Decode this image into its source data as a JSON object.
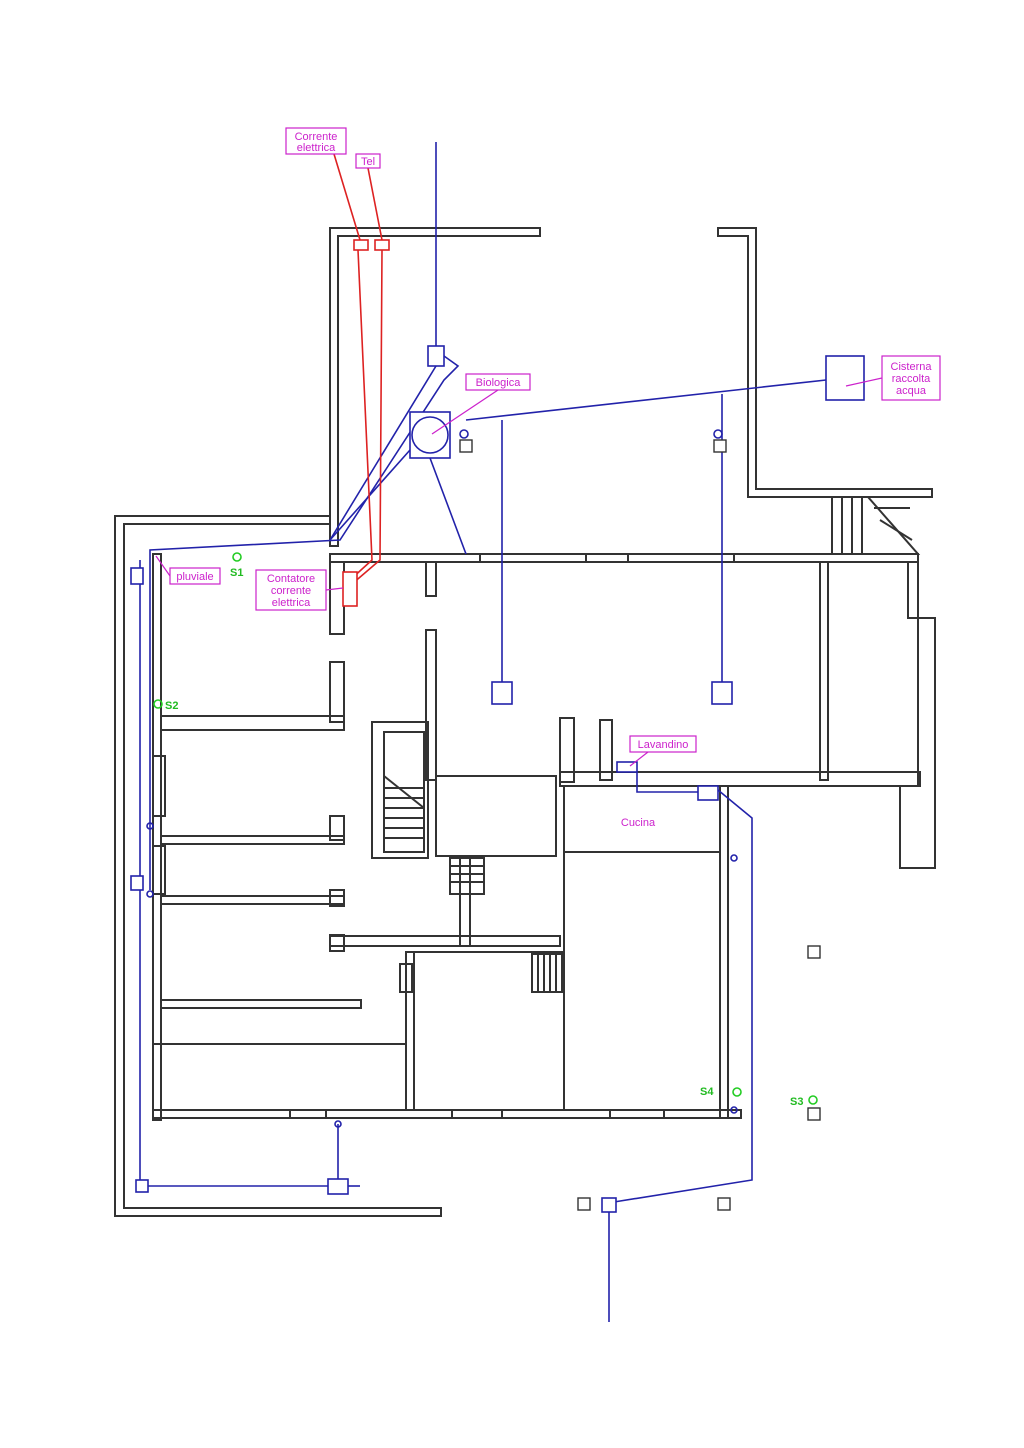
{
  "labels": {
    "corrente_elettrica": [
      "Corrente",
      "elettrica"
    ],
    "tel": "Tel",
    "biologica": "Biologica",
    "cisterna": [
      "Cisterna",
      "raccolta",
      "acqua"
    ],
    "pluviale": "pluviale",
    "contatore": [
      "Contatore",
      "corrente",
      "elettrica"
    ],
    "lavandino": "Lavandino",
    "cucina": "Cucina"
  },
  "sensors": {
    "s1": "S1",
    "s2": "S2",
    "s3": "S3",
    "s4": "S4"
  },
  "colors": {
    "walls": "#333333",
    "water_lines": "#2222aa",
    "electric_lines": "#dd2222",
    "annotations": "#cc22cc",
    "sensors": "#22cc22"
  }
}
